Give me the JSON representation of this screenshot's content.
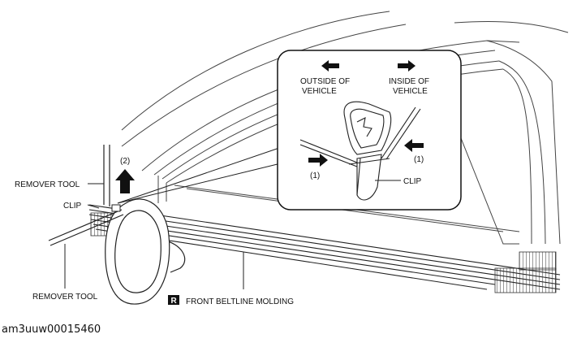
{
  "labels": {
    "outside": [
      "OUTSIDE OF",
      "VEHICLE"
    ],
    "inside": [
      "INSIDE OF",
      "VEHICLE"
    ],
    "clip_inset": "CLIP",
    "step1_left": "(1)",
    "step1_right": "(1)",
    "step2": "(2)",
    "remover_tool_top": "REMOVER TOOL",
    "clip_main": "CLIP",
    "remover_tool_bottom": "REMOVER TOOL",
    "badge": "R",
    "front_beltline": "FRONT BELTLINE MOLDING"
  },
  "figure_code": "am3uuw00015460"
}
